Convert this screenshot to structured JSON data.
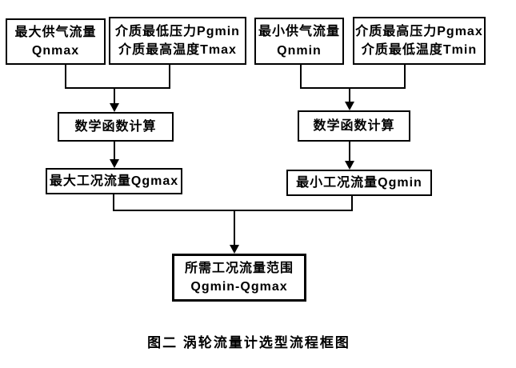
{
  "figure": {
    "caption": "图二  涡轮流量计选型流程框图"
  },
  "colors": {
    "line": "#000000",
    "background": "#ffffff",
    "text": "#000000"
  },
  "nodes": {
    "qnmax": {
      "line1": "最大供气流量",
      "line2": "Qnmax"
    },
    "pgmin_tmax": {
      "line1": "介质最低压力Pgmin",
      "line2": "介质最高温度Tmax"
    },
    "qnmin": {
      "line1": "最小供气流量",
      "line2": "Qnmin"
    },
    "pgmax_tmin": {
      "line1": "介质最高压力Pgmax",
      "line2": "介质最低温度Tmin"
    },
    "math_left": {
      "label": "数学函数计算"
    },
    "math_right": {
      "label": "数学函数计算"
    },
    "qgmax": {
      "label": "最大工况流量Qgmax"
    },
    "qgmin": {
      "label": "最小工况流量Qgmin"
    },
    "result": {
      "line1": "所需工况流量范围",
      "line2": "Qgmin-Qgmax"
    }
  }
}
